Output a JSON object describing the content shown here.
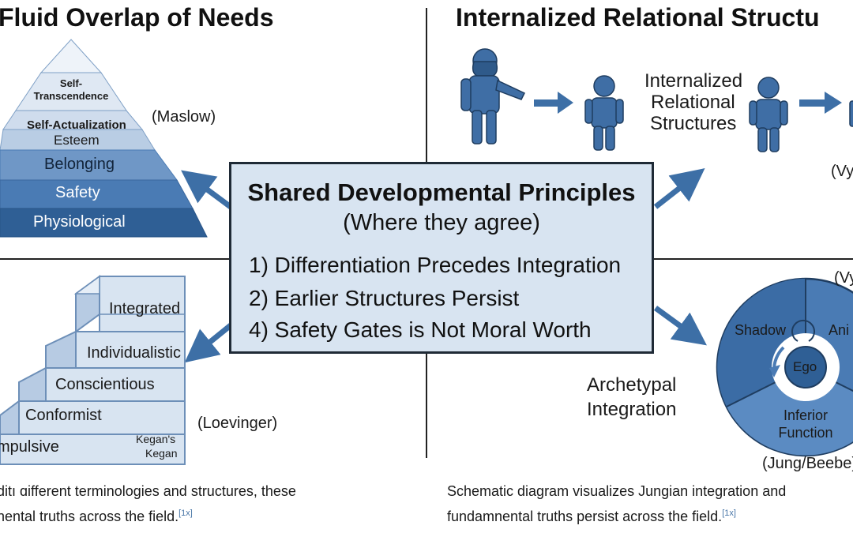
{
  "titles": {
    "left": "Fluid Overlap of Needs",
    "right": "Internalized Relational Structu"
  },
  "maslow": {
    "levels": [
      "Self-\nTranscendence",
      "Self-Actualization",
      "Esteem",
      "Belonging",
      "Safety",
      "Physiological"
    ],
    "attribution": "(Maslow)"
  },
  "vygotsky": {
    "middle_label": [
      "Internalized",
      "Relational",
      "Structures"
    ],
    "attribution_top": "(Vy",
    "attribution_mid": "(Vy"
  },
  "center": {
    "title": "Shared Developmental Principles",
    "subtitle": "(Where they agree)",
    "principles": [
      "1) Differentiation Precedes Integration",
      "2) Earlier Structures Persist",
      "4) Safety Gates is Not Moral Worth"
    ]
  },
  "loevinger": {
    "stages": [
      "Integrated",
      "Individualistic",
      "Conscientious",
      "Conformist",
      "mpulsive"
    ],
    "kegan_note": [
      "Kegan's",
      "Kegan"
    ],
    "attribution": "(Loevinger)"
  },
  "jung": {
    "label": [
      "Archetypal",
      "Integration"
    ],
    "segments": [
      "Shadow",
      "Ani",
      "Inferior\nFunction"
    ],
    "center": "Ego",
    "attribution": "(Jung/Beebe)"
  },
  "captions": {
    "left_line1": "ditı ɑifferent terminologies and structures, these",
    "left_line2": "nental truths across the field.",
    "left_ref": "[1x]",
    "right_line1": "Schematic diagram visualizes Jungian integration and",
    "right_line2": "fundamnental truths persist across the field.",
    "right_ref": "[1x]"
  },
  "colors": {
    "blue_dark": "#2f5f95",
    "blue_mid": "#4a7bb4",
    "blue_light": "#c9d9ec",
    "box_fill": "#d8e4f1"
  }
}
